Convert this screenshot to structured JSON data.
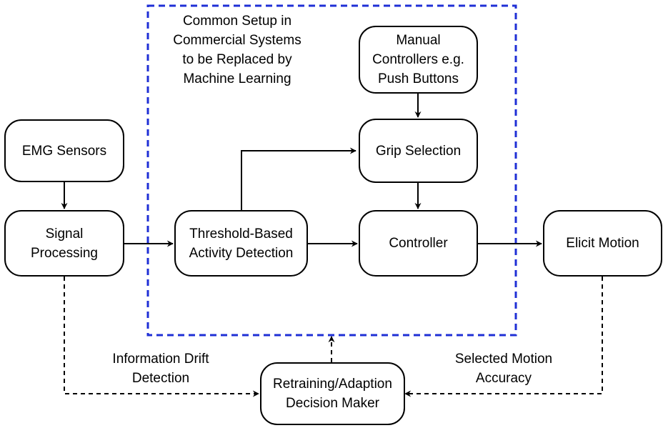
{
  "colors": {
    "line": "#000000",
    "dashed_region_border": "#1f2fd6",
    "box_fill": "#ffffff"
  },
  "region": {
    "title": [
      "Common Setup in",
      "Commercial Systems",
      "to be Replaced by",
      "Machine Learning"
    ]
  },
  "nodes": {
    "emg_sensors": [
      "EMG Sensors"
    ],
    "signal_processing": [
      "Signal",
      "Processing"
    ],
    "threshold_detection": [
      "Threshold-Based",
      "Activity Detection"
    ],
    "manual_controllers": [
      "Manual",
      "Controllers e.g.",
      "Push Buttons"
    ],
    "grip_selection": [
      "Grip Selection"
    ],
    "controller": [
      "Controller"
    ],
    "elicit_motion": [
      "Elicit Motion"
    ],
    "decision_maker": [
      "Retraining/Adaption",
      "Decision Maker"
    ]
  },
  "edge_labels": {
    "information_drift": [
      "Information Drift",
      "Detection"
    ],
    "selected_motion_accuracy": [
      "Selected Motion",
      "Accuracy"
    ]
  },
  "edges": [
    {
      "from": "emg_sensors",
      "to": "signal_processing",
      "style": "solid"
    },
    {
      "from": "signal_processing",
      "to": "threshold_detection",
      "style": "solid"
    },
    {
      "from": "threshold_detection",
      "to": "grip_selection",
      "style": "solid"
    },
    {
      "from": "threshold_detection",
      "to": "controller",
      "style": "solid"
    },
    {
      "from": "manual_controllers",
      "to": "grip_selection",
      "style": "solid"
    },
    {
      "from": "grip_selection",
      "to": "controller",
      "style": "solid"
    },
    {
      "from": "controller",
      "to": "elicit_motion",
      "style": "solid"
    },
    {
      "from": "signal_processing",
      "to": "decision_maker",
      "style": "dashed"
    },
    {
      "from": "elicit_motion",
      "to": "decision_maker",
      "style": "dashed"
    },
    {
      "from": "decision_maker",
      "to": "region",
      "style": "dashed"
    }
  ]
}
